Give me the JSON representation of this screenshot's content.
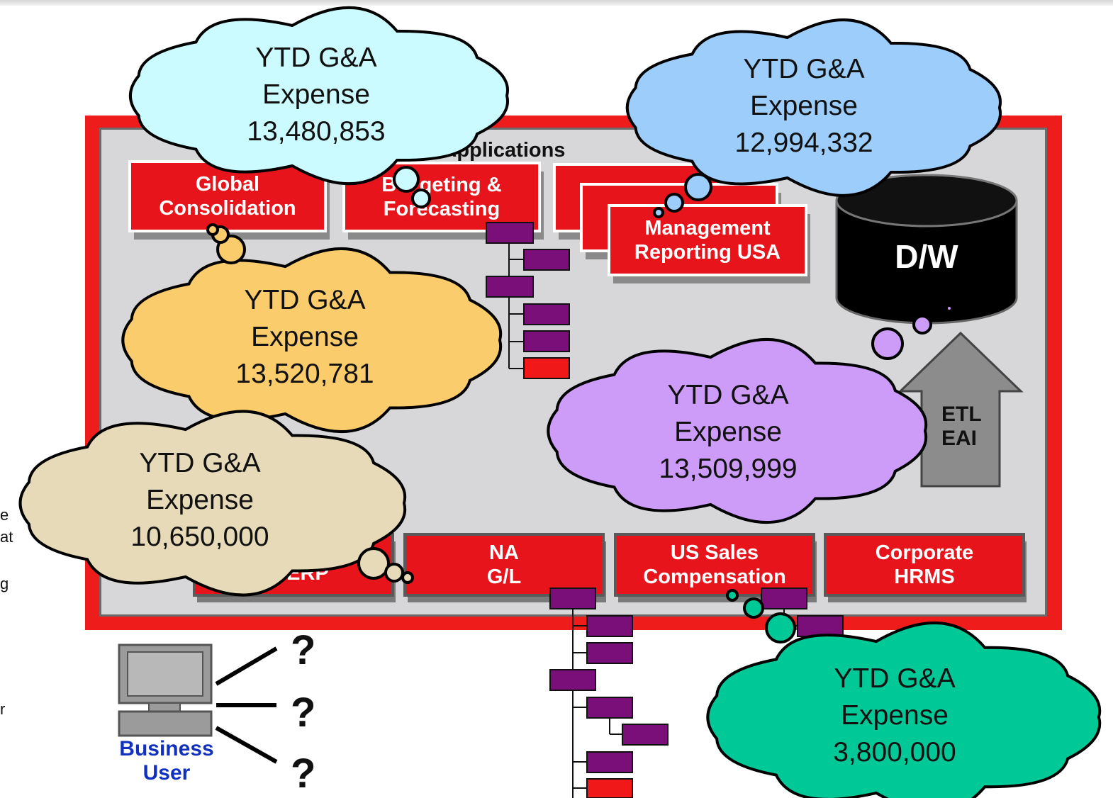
{
  "layer_title": "yyle Applications",
  "apps": {
    "global_consolidation": [
      "Global",
      "Consolidation"
    ],
    "budgeting": [
      "B    geting &",
      "Forecasting"
    ],
    "management_reporting": [
      "Management",
      "Reporting USA"
    ],
    "erp": "ERP",
    "na_gl": [
      "NA",
      "G/L"
    ],
    "us_sales": [
      "US Sales",
      "Compensation"
    ],
    "corporate_hrms": [
      "Corporate",
      "HRMS"
    ]
  },
  "datawarehouse_label": "D/W",
  "etl_labels": [
    "ETL",
    "EAI"
  ],
  "business_user_label": [
    "Business",
    "User"
  ],
  "question_mark": "?",
  "edge_fragments": [
    "e",
    "at",
    "g",
    "r"
  ],
  "clouds": [
    {
      "id": "cyan",
      "line1": "YTD G&A",
      "line2": "Expense",
      "value": "13,480,853",
      "color": "#ccfbff"
    },
    {
      "id": "blue",
      "line1": "YTD G&A",
      "line2": "Expense",
      "value": "12,994,332",
      "color": "#9ccdfb"
    },
    {
      "id": "orange",
      "line1": "YTD G&A",
      "line2": "Expense",
      "value": "13,520,781",
      "color": "#fbcc6c"
    },
    {
      "id": "purple",
      "line1": "YTD G&A",
      "line2": "Expense",
      "value": "13,509,999",
      "color": "#cc9cf8"
    },
    {
      "id": "tan",
      "line1": "YTD G&A",
      "line2": "Expense",
      "value": "10,650,000",
      "color": "#e6dab8"
    },
    {
      "id": "green",
      "line1": "YTD G&A",
      "line2": "Expense",
      "value": "3,800,000",
      "color": "#00c896"
    }
  ]
}
